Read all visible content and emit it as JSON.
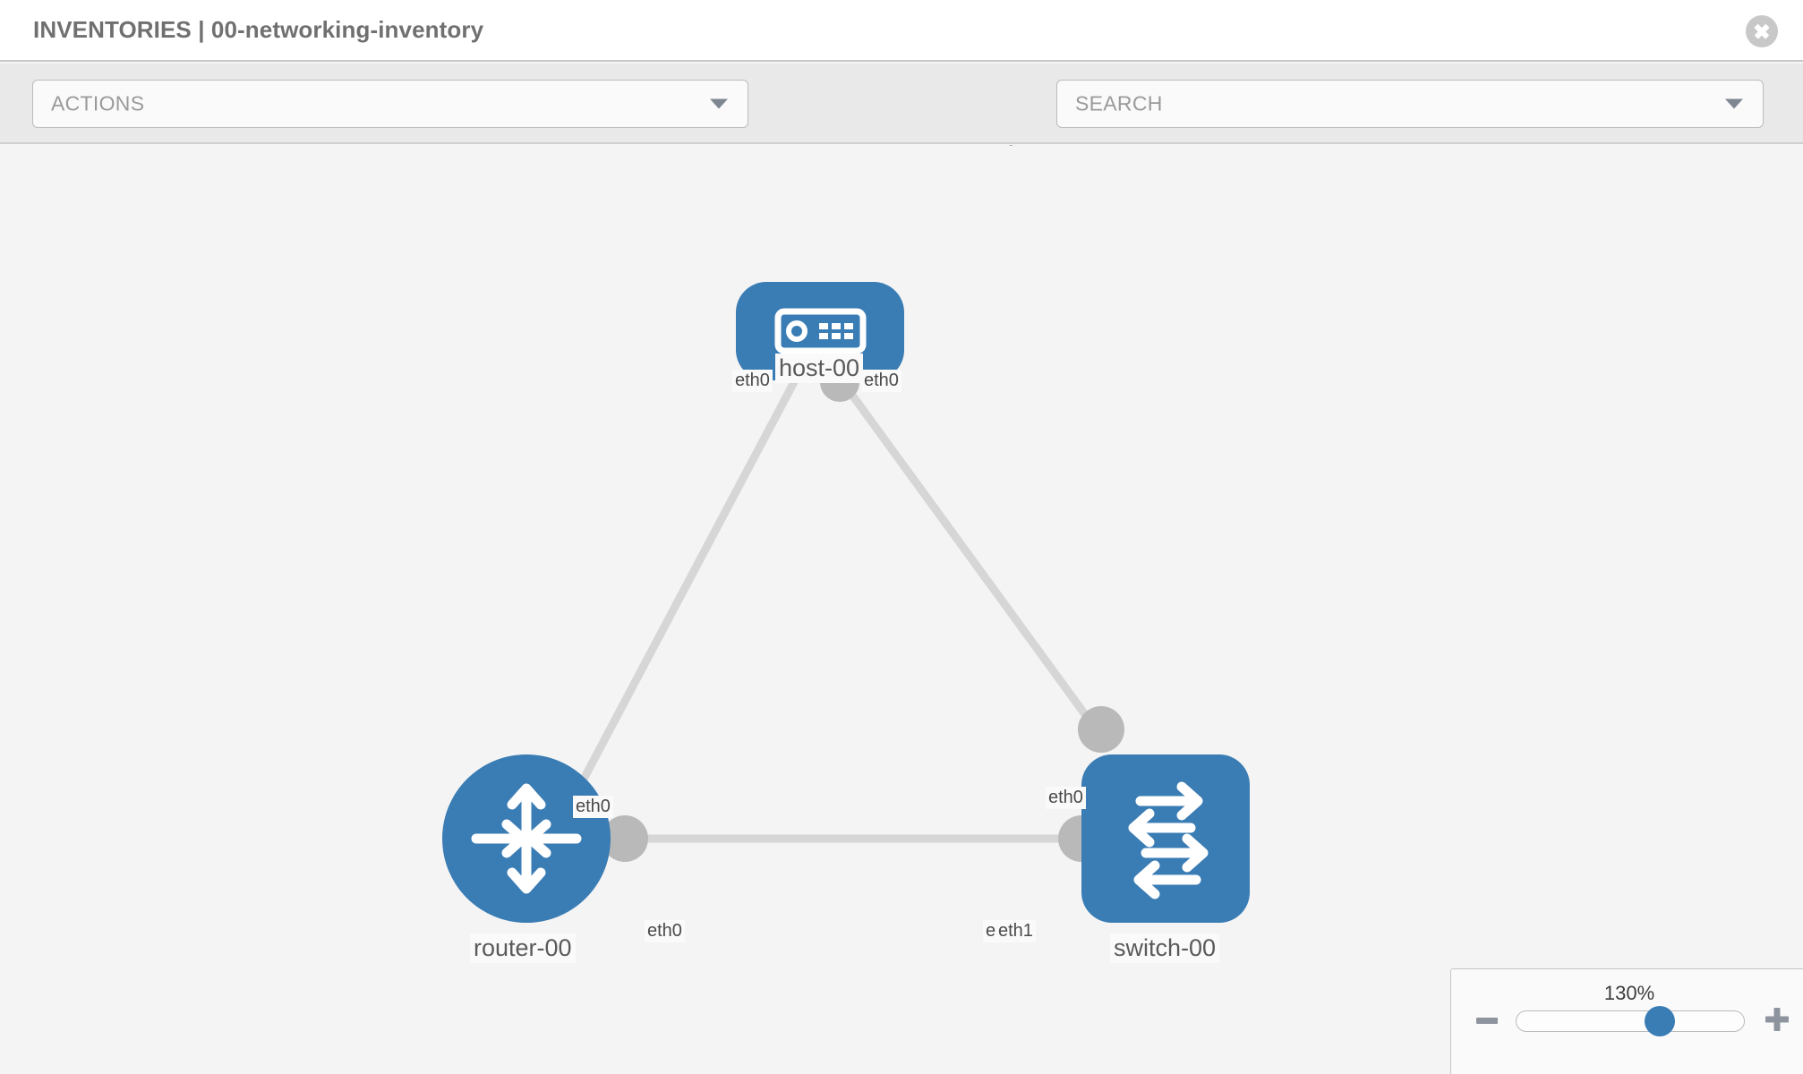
{
  "header": {
    "title": "INVENTORIES | 00-networking-inventory",
    "close_icon": "close-circle-icon"
  },
  "toolbar": {
    "actions_label": "ACTIONS",
    "search_placeholder": "SEARCH",
    "wrench_icon": "wrench-icon",
    "key_icon": "key-icon"
  },
  "topology": {
    "nodes": [
      {
        "id": "host-00",
        "label": "host-00",
        "type": "host",
        "shape": "rounded-rect",
        "icon": "server-icon",
        "color": "#3a7cb4"
      },
      {
        "id": "router-00",
        "label": "router-00",
        "type": "router",
        "shape": "circle",
        "icon": "router-icon",
        "color": "#3a7cb4"
      },
      {
        "id": "switch-00",
        "label": "switch-00",
        "type": "switch",
        "shape": "rounded-square",
        "icon": "switch-icon",
        "color": "#3a7cb4"
      }
    ],
    "edges": [
      {
        "from": "host-00",
        "to": "router-00",
        "from_label": "eth0",
        "to_label": "eth0"
      },
      {
        "from": "host-00",
        "to": "switch-00",
        "from_label": "eth0",
        "to_label": "eth0"
      },
      {
        "from": "router-00",
        "to": "switch-00",
        "from_label": "eth0",
        "to_label": "eth1",
        "to_label_overlap": "eth"
      }
    ],
    "edge_labels": {
      "host_left": "eth0",
      "host_right": "eth0",
      "router_up": "eth0",
      "switch_up": "eth0",
      "router_right": "eth0",
      "switch_left_overlap": "eth",
      "switch_left": "eth1"
    },
    "link_color": "#d6d6d6",
    "port_color": "#b9b9b9"
  },
  "zoom": {
    "value_label": "130%",
    "minus_label": "minus-icon",
    "plus_label": "plus-icon",
    "handle_position_pct": 63
  }
}
